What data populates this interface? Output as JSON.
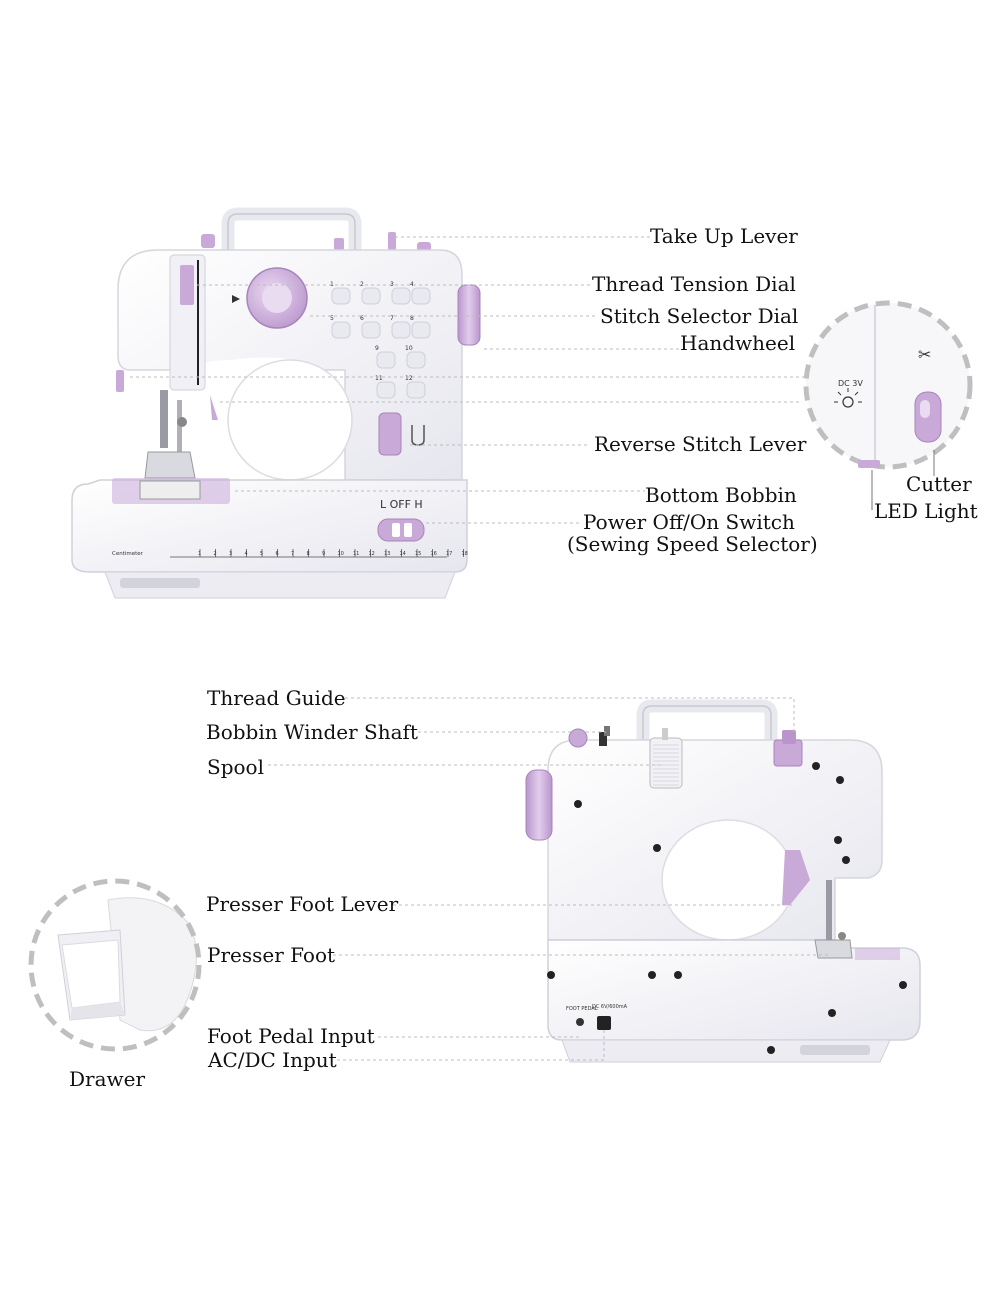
{
  "labels": {
    "take_up_lever": "Take Up Lever",
    "thread_tension_dial": "Thread Tension Dial",
    "stitch_selector_dial": "Stitch Selector Dial",
    "handwheel": "Handwheel",
    "reverse_stitch_lever": "Reverse Stitch Lever",
    "bottom_bobbin": "Bottom Bobbin",
    "power_switch_line1": "Power Off/On Switch",
    "power_switch_line2": "(Sewing Speed Selector)",
    "cutter": "Cutter",
    "led_light": "LED Light",
    "thread_guide": "Thread Guide",
    "bobbin_winder_shaft": "Bobbin Winder Shaft",
    "spool": "Spool",
    "presser_foot_lever": "Presser Foot Lever",
    "presser_foot": "Presser Foot",
    "foot_pedal_input": "Foot Pedal Input",
    "ac_dc_input": "AC/DC Input",
    "drawer": "Drawer"
  },
  "machine_markings": {
    "switch_positions": "L  OFF  H",
    "ruler_label": "Centimeter",
    "ruler_numbers": [
      "1",
      "2",
      "3",
      "4",
      "5",
      "6",
      "7",
      "8",
      "9",
      "10",
      "11",
      "12",
      "13",
      "14",
      "15",
      "16",
      "17",
      "18"
    ],
    "stitch_numbers": [
      "1",
      "2",
      "3",
      "4",
      "5",
      "6",
      "7",
      "8",
      "9",
      "10",
      "11",
      "12"
    ],
    "dc_label": "DC 3V",
    "rear_foot_pedal": "FOOT PEDAL",
    "rear_dc_rating": "DC 6V/600mA"
  },
  "colors": {
    "accent_lavender": "#c9a9d8",
    "body_white": "#f4f4f8",
    "shadow_gray": "#d8d8e0",
    "leader_line": "#bdbdbd"
  }
}
